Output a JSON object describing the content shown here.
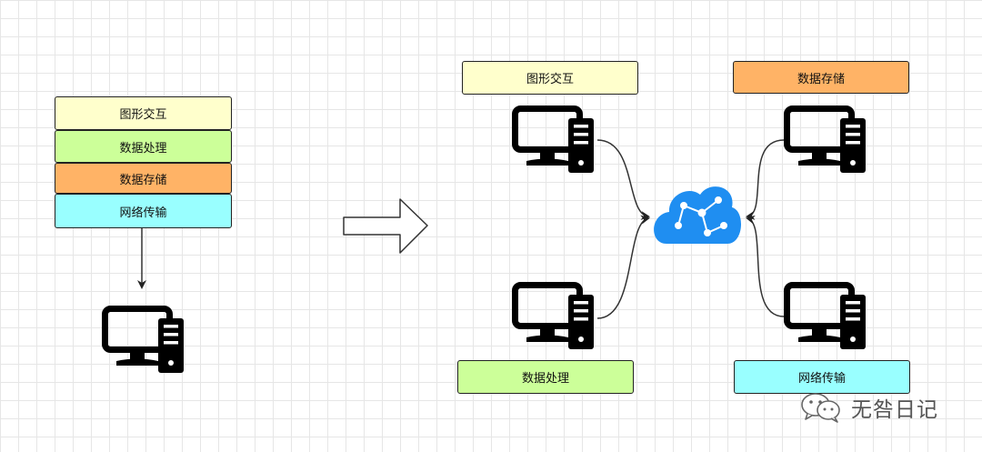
{
  "stack": {
    "layer1": "图形交互",
    "layer2": "数据处理",
    "layer3": "数据存储",
    "layer4": "网络传输"
  },
  "distributed": {
    "top_left": "图形交互",
    "top_right": "数据存储",
    "bottom_left": "数据处理",
    "bottom_right": "网络传输"
  },
  "watermark": {
    "text": "无咎日记",
    "icon": "wechat-icon"
  },
  "colors": {
    "interaction": "#ffffcc",
    "processing": "#ccff99",
    "storage": "#ffb366",
    "network": "#99ffff",
    "cloud": "#1f8ef1"
  },
  "icons": [
    "desktop-computer-icon",
    "cloud-network-icon",
    "transform-arrow-icon"
  ]
}
